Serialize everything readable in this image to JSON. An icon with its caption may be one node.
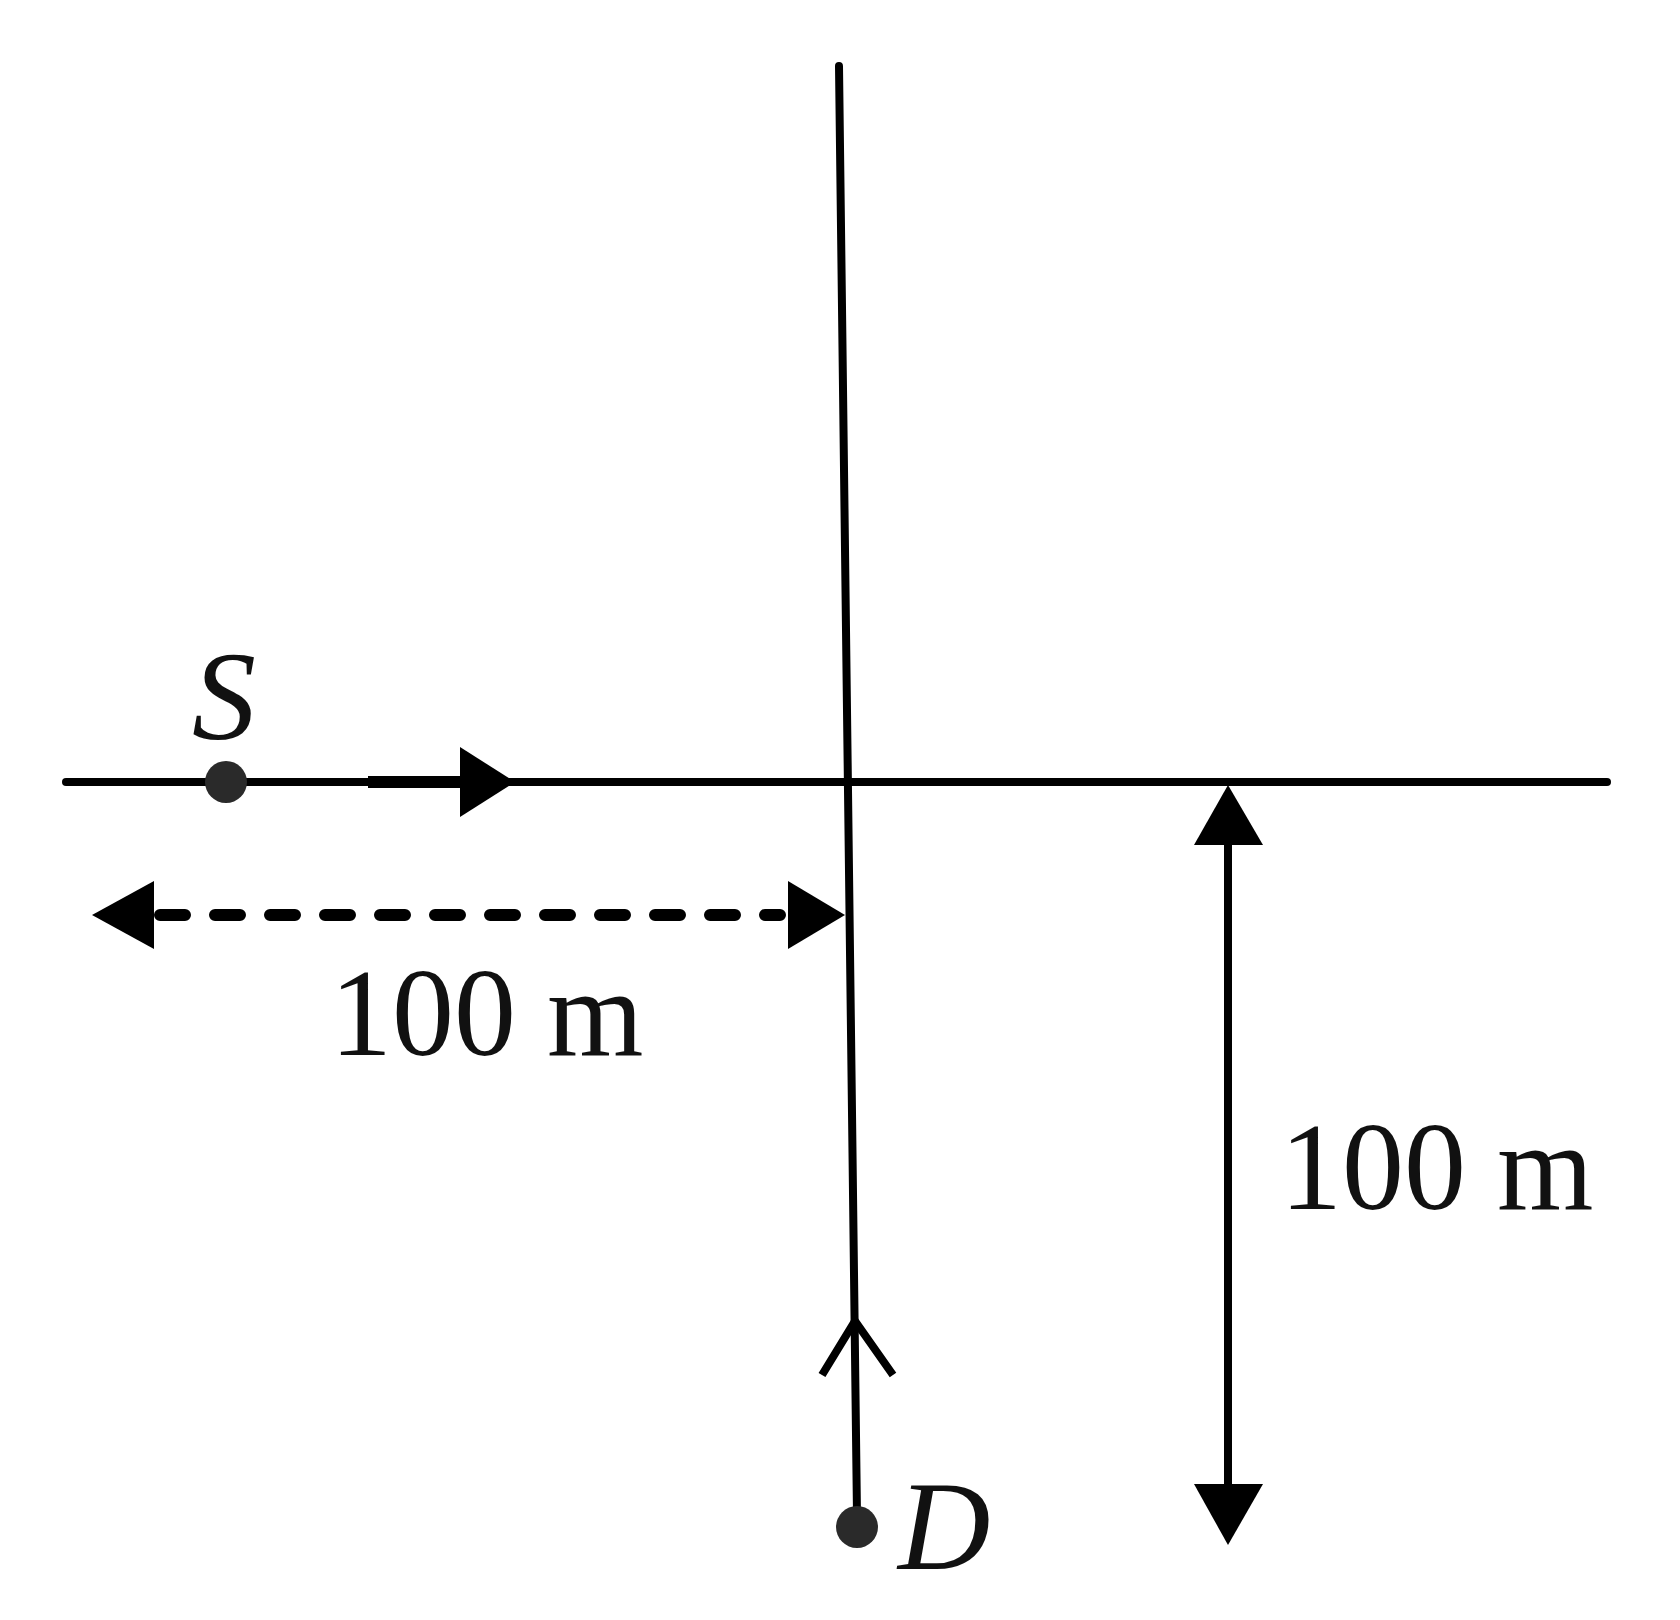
{
  "diagram": {
    "labels": [
      "S",
      "100 m",
      "100 m",
      "D"
    ]
  }
}
